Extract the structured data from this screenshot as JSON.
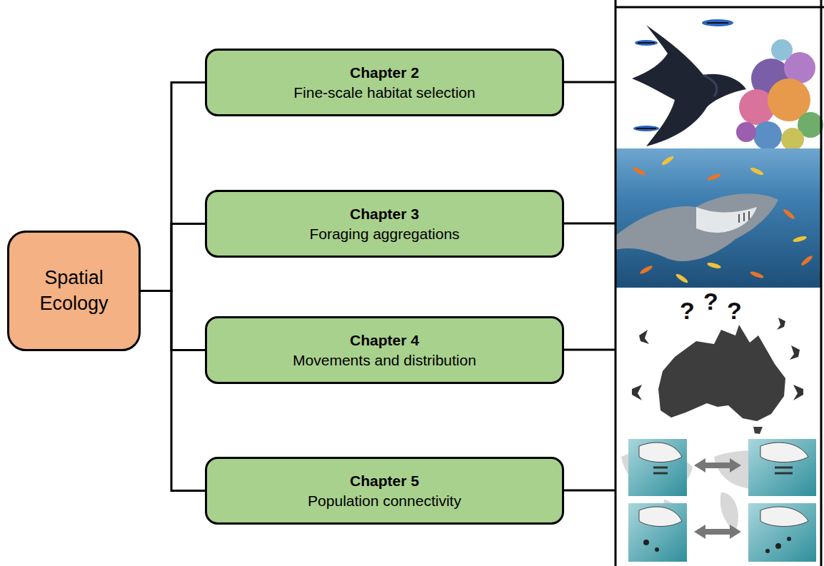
{
  "diagram": {
    "nodes": [
      {
        "text": [
          "Spatial Ecology"
        ]
      },
      {
        "text": [
          "Chapter 2",
          "Fine-scale habitat selection"
        ]
      },
      {
        "text": [
          "Chapter 3",
          "Foraging aggregations"
        ]
      },
      {
        "text": [
          "Chapter 4",
          "Movements and distribution"
        ]
      },
      {
        "text": [
          "Chapter 5",
          "Population connectivity"
        ]
      }
    ],
    "edges": [
      {
        "from": 0,
        "to": 1,
        "arrow": "none"
      },
      {
        "from": 0,
        "to": 2,
        "arrow": "none"
      },
      {
        "from": 0,
        "to": 3,
        "arrow": "none"
      },
      {
        "from": 0,
        "to": 4,
        "arrow": "none"
      }
    ],
    "labels": [
      "?",
      "?",
      "?"
    ]
  }
}
